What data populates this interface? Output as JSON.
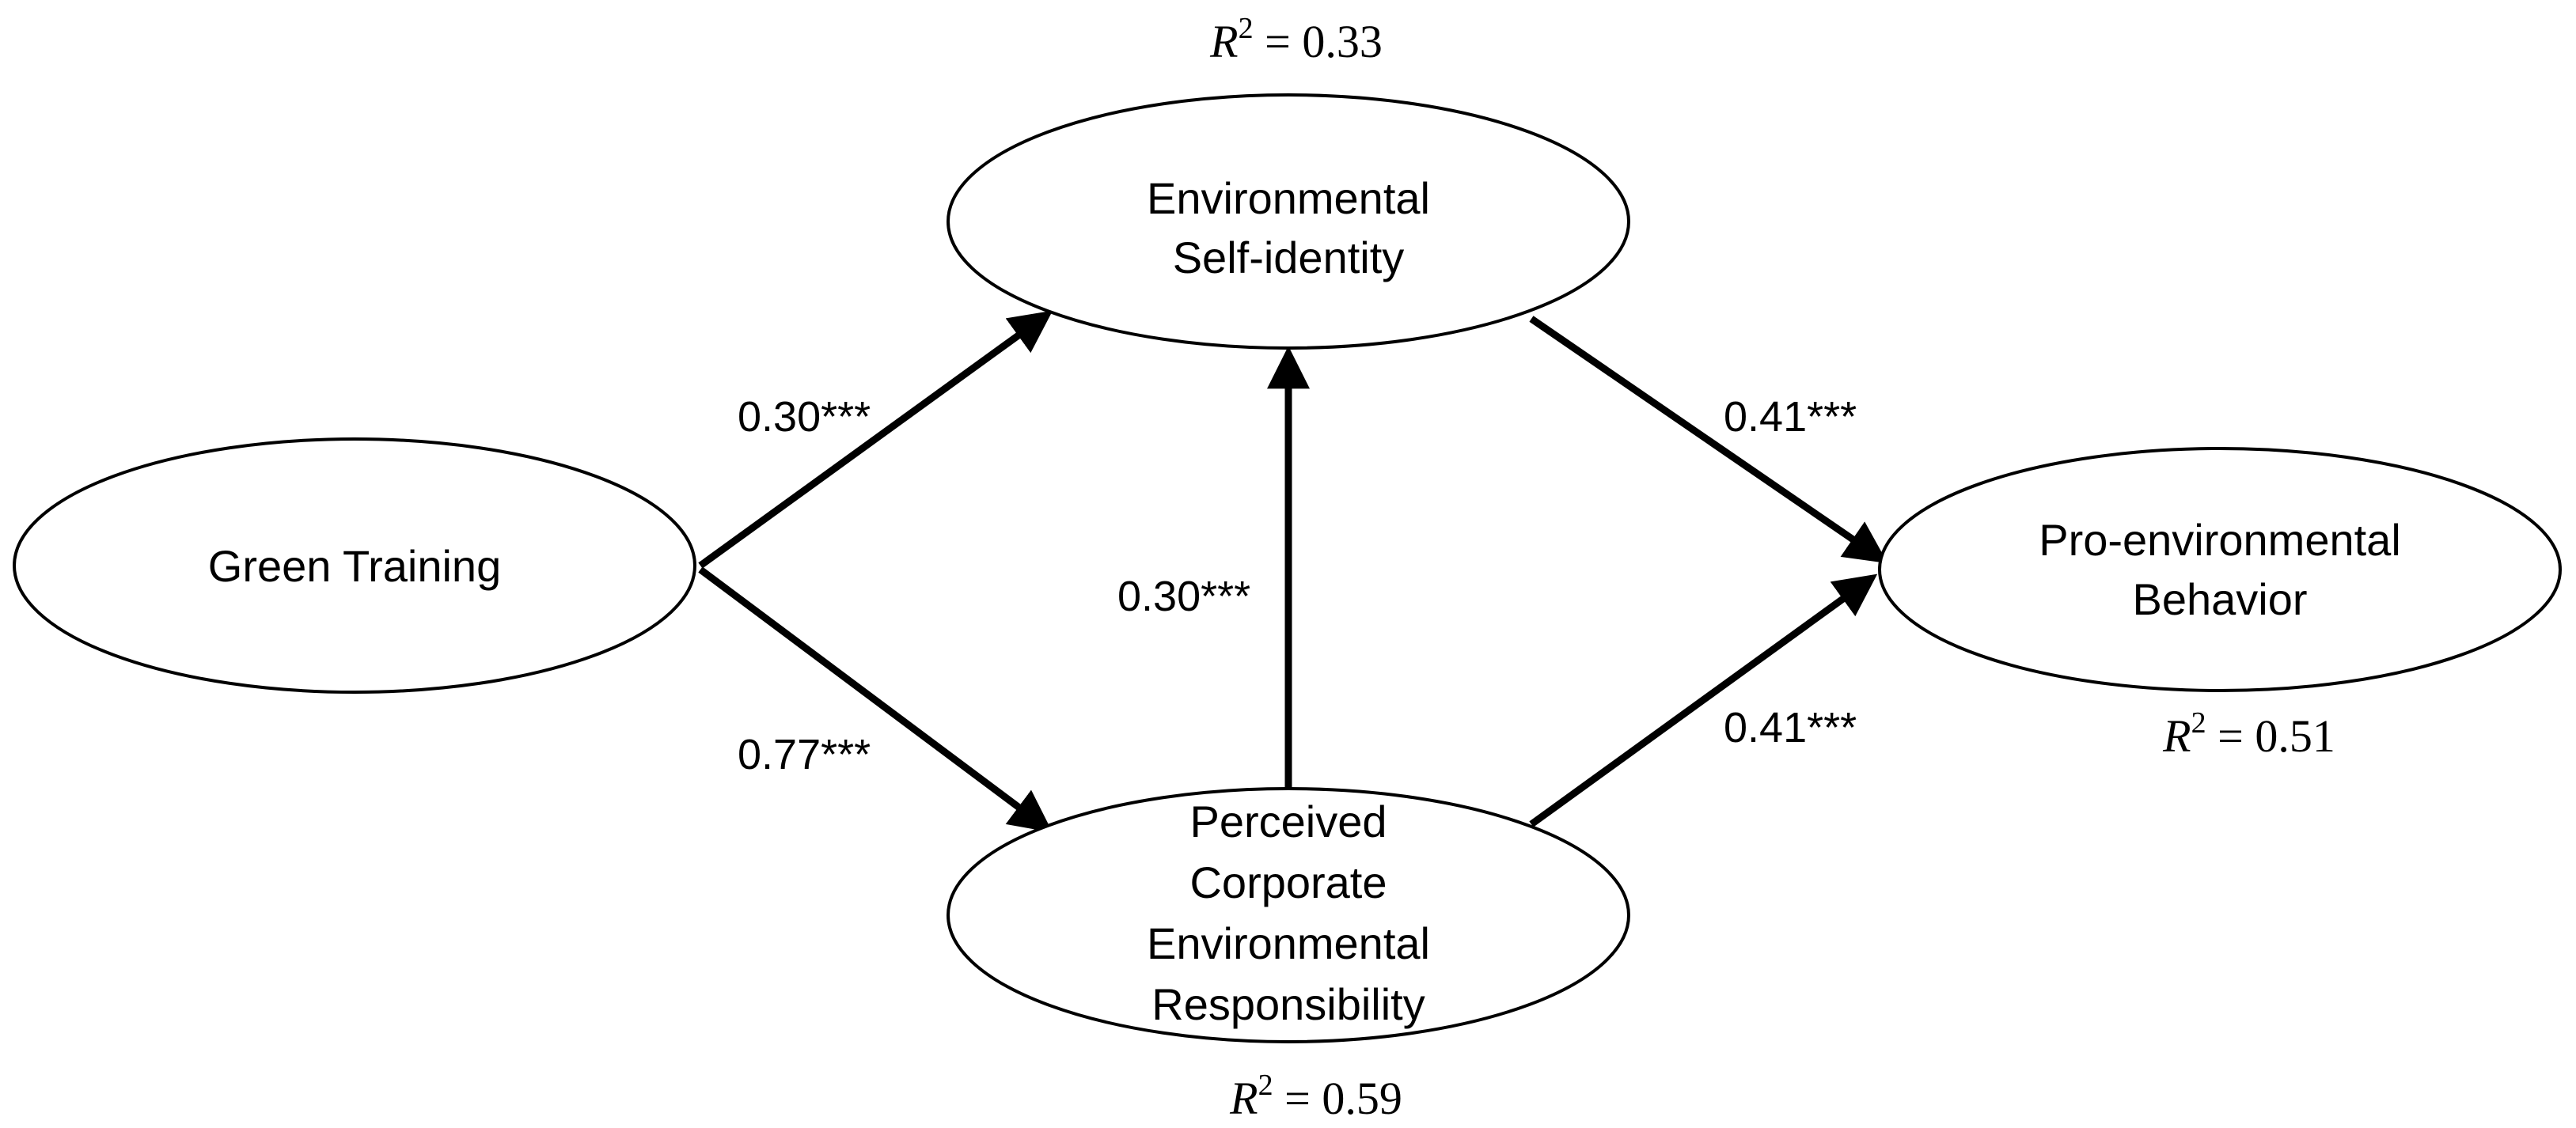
{
  "nodes": {
    "green_training": {
      "lines": [
        "Green Training"
      ]
    },
    "self_identity": {
      "lines": [
        "Environmental",
        "Self-identity"
      ]
    },
    "pcer": {
      "lines": [
        "Perceived",
        "Corporate",
        "Environmental",
        "Responsibility"
      ]
    },
    "peb": {
      "lines": [
        "Pro-environmental",
        "Behavior"
      ]
    }
  },
  "paths": [
    {
      "from": "green_training",
      "to": "self_identity",
      "coefficient": "0.30***"
    },
    {
      "from": "green_training",
      "to": "pcer",
      "coefficient": "0.77***"
    },
    {
      "from": "pcer",
      "to": "self_identity",
      "coefficient": "0.30***"
    },
    {
      "from": "self_identity",
      "to": "peb",
      "coefficient": "0.41***"
    },
    {
      "from": "pcer",
      "to": "peb",
      "coefficient": "0.41***"
    }
  ],
  "r_squared": {
    "self_identity": {
      "symbol": "R",
      "exponent": "2",
      "rest": " = 0.33"
    },
    "pcer": {
      "symbol": "R",
      "exponent": "2",
      "rest": " = 0.59"
    },
    "peb": {
      "symbol": "R",
      "exponent": "2",
      "rest": " = 0.51"
    }
  }
}
